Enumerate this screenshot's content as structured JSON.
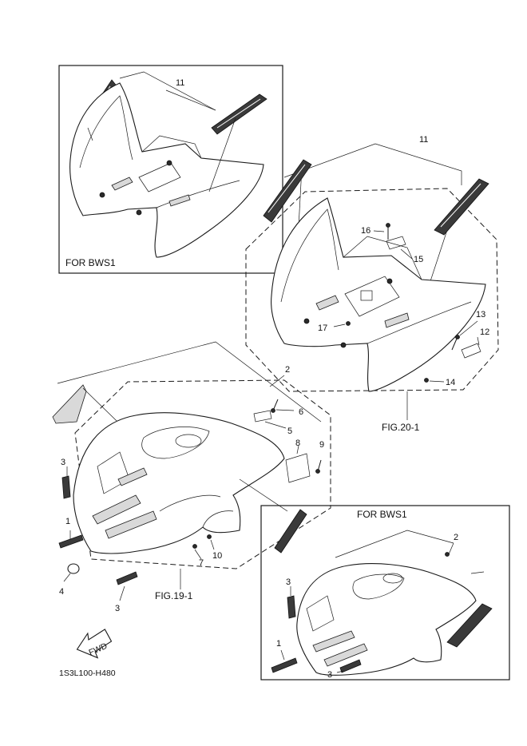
{
  "labels": {
    "box_top": "FOR BWS1",
    "box_bottom": "FOR BWS1",
    "fig_front": "FIG.20-1",
    "fig_rear": "FIG.19-1",
    "fwd": "FWD",
    "code": "1S3L100-H480"
  },
  "callouts": [
    "11",
    "11",
    "16",
    "15",
    "17",
    "13",
    "12",
    "14",
    "2",
    "6",
    "5",
    "8",
    "9",
    "3",
    "1",
    "4",
    "7",
    "10",
    "3",
    "2",
    "3",
    "1",
    "3"
  ]
}
